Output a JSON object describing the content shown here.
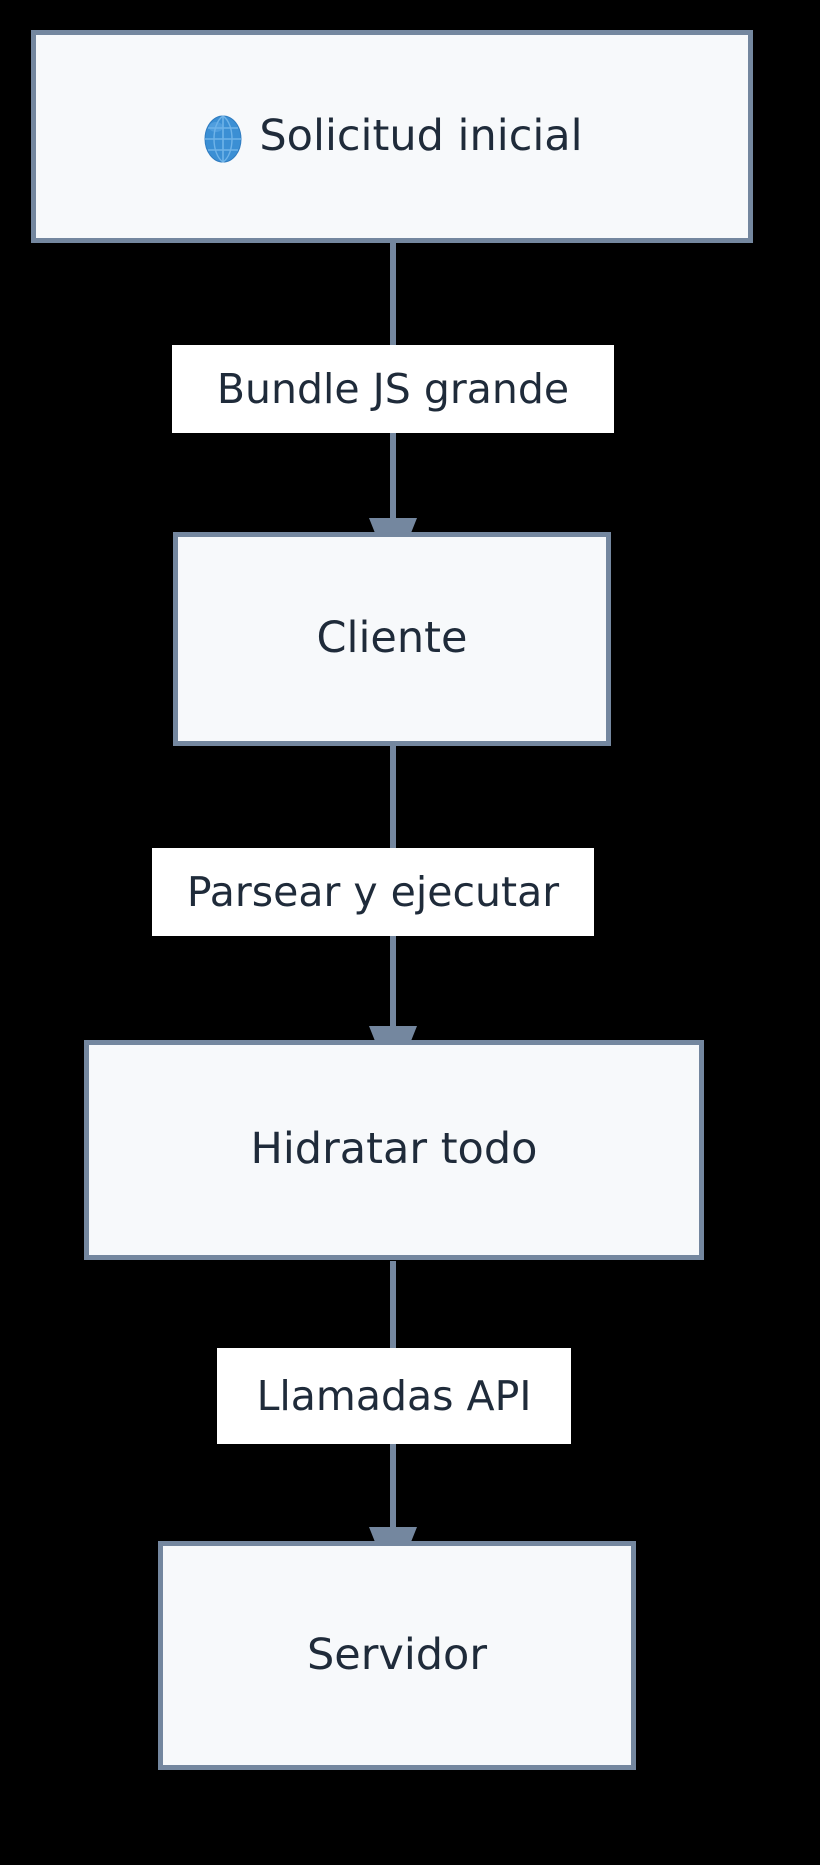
{
  "diagram": {
    "type": "flowchart",
    "direction": "top-to-bottom",
    "background_color": "#000000",
    "node_fill_color": "#f7f9fb",
    "node_border_color": "#74879f",
    "node_text_color": "#1f2b3a",
    "edge_color": "#74879f",
    "edge_label_background": "#ffffff",
    "nodes": [
      {
        "id": "solicitud-inicial",
        "label": "Solicitud inicial",
        "icon": "globe-icon"
      },
      {
        "id": "cliente",
        "label": "Cliente",
        "icon": null
      },
      {
        "id": "hidratar-todo",
        "label": "Hidratar todo",
        "icon": null
      },
      {
        "id": "servidor",
        "label": "Servidor",
        "icon": null
      }
    ],
    "edges": [
      {
        "from": "solicitud-inicial",
        "to": "cliente",
        "label": "Bundle JS grande",
        "arrow": "arrow-down"
      },
      {
        "from": "cliente",
        "to": "hidratar-todo",
        "label": "Parsear y ejecutar",
        "arrow": "arrow-down"
      },
      {
        "from": "hidratar-todo",
        "to": "servidor",
        "label": "Llamadas API",
        "arrow": "arrow-down"
      }
    ]
  }
}
